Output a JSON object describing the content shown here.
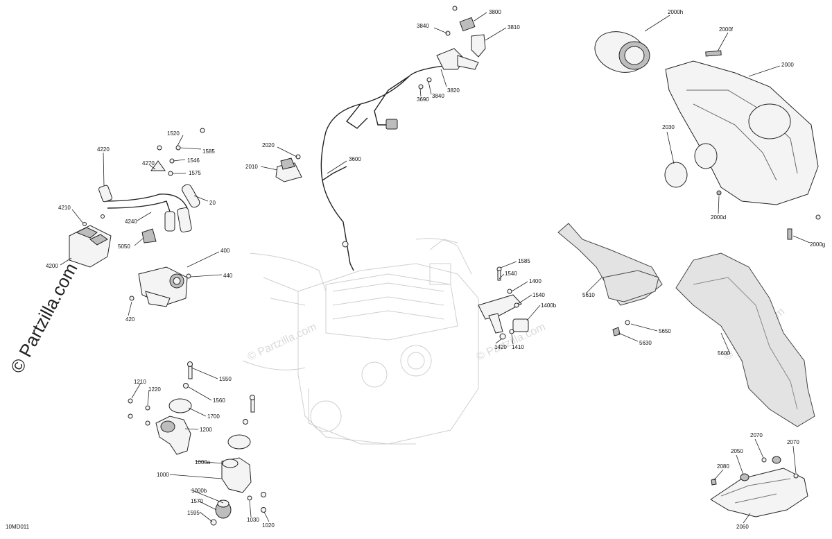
{
  "diagram_code": "10MD011",
  "watermark": "© Partzilla.com",
  "labels": [
    {
      "text": "3800"
    },
    {
      "text": "3840"
    },
    {
      "text": "3810"
    },
    {
      "text": "3820"
    },
    {
      "text": "3840"
    },
    {
      "text": "3690"
    },
    {
      "text": "2000h"
    },
    {
      "text": "2000f"
    },
    {
      "text": "2000"
    },
    {
      "text": "2030"
    },
    {
      "text": "2000d"
    },
    {
      "text": "2000g"
    },
    {
      "text": "2020"
    },
    {
      "text": "2010"
    },
    {
      "text": "3600"
    },
    {
      "text": "1520"
    },
    {
      "text": "1585"
    },
    {
      "text": "1546"
    },
    {
      "text": "4220"
    },
    {
      "text": "4270"
    },
    {
      "text": "1575"
    },
    {
      "text": "20"
    },
    {
      "text": "4210"
    },
    {
      "text": "4240"
    },
    {
      "text": "5050"
    },
    {
      "text": "4200"
    },
    {
      "text": "400"
    },
    {
      "text": "440"
    },
    {
      "text": "420"
    },
    {
      "text": "1585"
    },
    {
      "text": "1540"
    },
    {
      "text": "1400"
    },
    {
      "text": "1540"
    },
    {
      "text": "1400b"
    },
    {
      "text": "1420"
    },
    {
      "text": "1410"
    },
    {
      "text": "5610"
    },
    {
      "text": "5650"
    },
    {
      "text": "5630"
    },
    {
      "text": "5600"
    },
    {
      "text": "1550"
    },
    {
      "text": "1210"
    },
    {
      "text": "1220"
    },
    {
      "text": "1560"
    },
    {
      "text": "1700"
    },
    {
      "text": "1200"
    },
    {
      "text": "1000a"
    },
    {
      "text": "1000"
    },
    {
      "text": "1000b"
    },
    {
      "text": "1570"
    },
    {
      "text": "1595"
    },
    {
      "text": "1030"
    },
    {
      "text": "1020"
    },
    {
      "text": "2070"
    },
    {
      "text": "2070"
    },
    {
      "text": "2050"
    },
    {
      "text": "2080"
    },
    {
      "text": "2060"
    }
  ]
}
